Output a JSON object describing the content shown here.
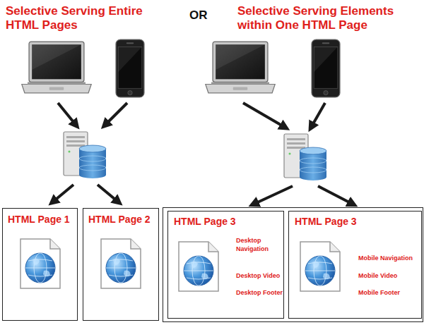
{
  "diagram": {
    "nodes": [
      {
        "text": [
          "HTML Page 1"
        ]
      },
      {
        "text": [
          "HTML Page 2"
        ]
      },
      {
        "text": [
          "HTML Page 3",
          "Desktop Navigation",
          "Desktop Video",
          "Desktop Footer"
        ]
      },
      {
        "text": [
          "HTML Page 3",
          "Mobile Navigation",
          "Mobile Video",
          "Mobile Footer"
        ]
      }
    ],
    "labels": [
      "Selective Serving Entire HTML Pages",
      "OR",
      "Selective Serving Elements within One HTML Page"
    ]
  }
}
